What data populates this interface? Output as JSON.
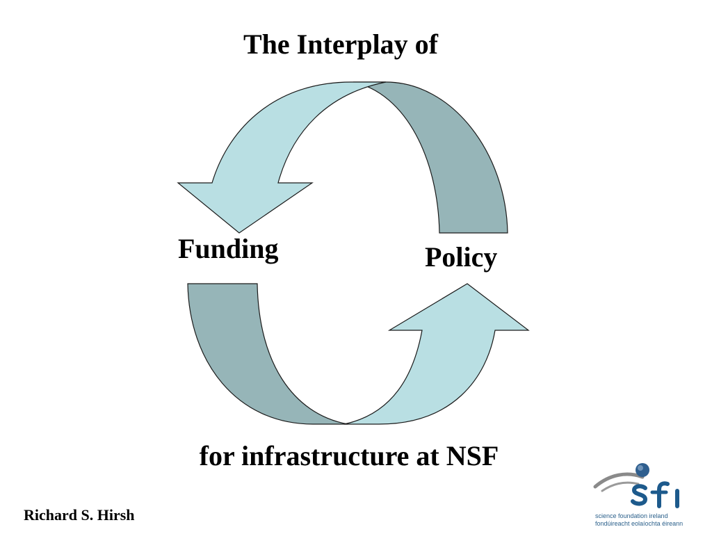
{
  "slide": {
    "title": "The Interplay of",
    "subtitle": "for infrastructure at NSF",
    "author": "Richard S. Hirsh"
  },
  "diagram": {
    "nodes": [
      {
        "id": "funding",
        "label": "Funding"
      },
      {
        "id": "policy",
        "label": "Policy"
      }
    ],
    "edges": [
      {
        "from": "policy",
        "to": "funding",
        "style": "curved-arrow-top"
      },
      {
        "from": "funding",
        "to": "policy",
        "style": "curved-arrow-bottom"
      }
    ],
    "colors": {
      "arrow_light": "#b9dfe3",
      "arrow_dark": "#96b5b8",
      "outline": "#1a1a1a"
    }
  },
  "logo": {
    "name": "sfi",
    "line1": "science foundation ireland",
    "line2": "fondúireacht eolaíochta éireann",
    "colors": {
      "text": "#1d5a8c",
      "swoosh": "#8a8a8a",
      "dot": "#2f5f8f"
    }
  }
}
